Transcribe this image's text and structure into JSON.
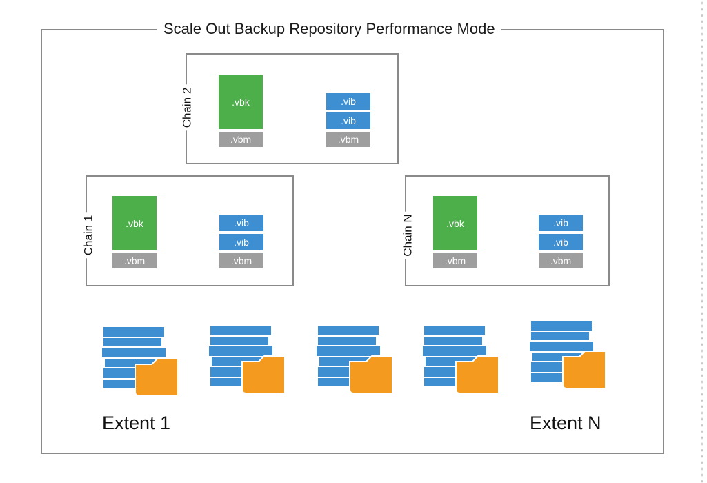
{
  "title": "Scale Out Backup Repository Performance Mode",
  "chains": [
    {
      "label": "Chain 1",
      "full": ".vbk",
      "full_meta": ".vbm",
      "incrementals": [
        ".vib",
        ".vib"
      ],
      "inc_meta": ".vbm"
    },
    {
      "label": "Chain 2",
      "full": ".vbk",
      "full_meta": ".vbm",
      "incrementals": [
        ".vib",
        ".vib"
      ],
      "inc_meta": ".vbm"
    },
    {
      "label": "Chain N",
      "full": ".vbk",
      "full_meta": ".vbm",
      "incrementals": [
        ".vib",
        ".vib"
      ],
      "inc_meta": ".vbm"
    }
  ],
  "extents": {
    "icon_count": 5,
    "first_label": "Extent 1",
    "last_label": "Extent N"
  },
  "colors": {
    "vbk": "#4caf4a",
    "vib": "#3d8fd1",
    "vbm": "#9e9e9e",
    "storage": "#3d8fd1",
    "folder": "#f39a1f",
    "border": "#8a8a8a"
  },
  "icons": {
    "extent": "storage-folder-icon"
  }
}
